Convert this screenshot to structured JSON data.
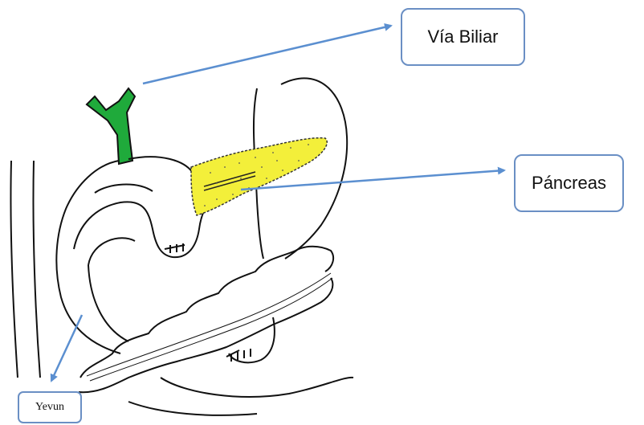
{
  "labels": {
    "via_biliar": "Vía Biliar",
    "pancreas": "Páncreas",
    "yevun": "Yevun"
  },
  "colors": {
    "bile_duct": "#1faa3b",
    "pancreas": "#f3ef3a",
    "pointer_arrow": "#5b8fd0",
    "box_border": "#6a8fc4",
    "ink": "#111111"
  }
}
